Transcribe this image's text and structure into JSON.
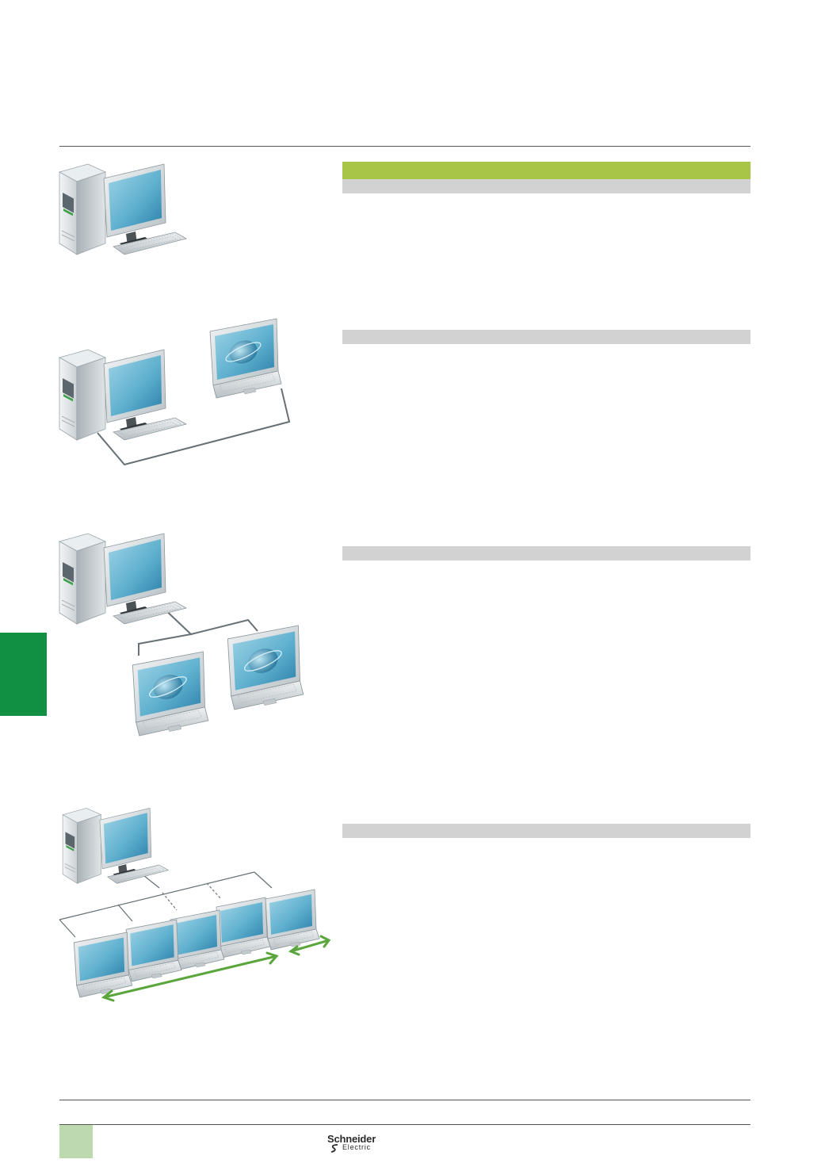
{
  "colors": {
    "header_bar": "#a8c545",
    "section_bar": "#d2d2d2",
    "side_tab": "#119043",
    "footer_tab": "#bcd9b0",
    "rule": "#555555",
    "arrow": "#5aa63c"
  },
  "footer": {
    "brand_name": "Schneider",
    "brand_sub": "Electric",
    "brand_icon": "schneider-electric-logo"
  },
  "sections": [
    {
      "illustration": "single-desktop-computer"
    },
    {
      "illustration": "desktop-connected-to-laptop"
    },
    {
      "illustration": "desktop-connected-to-two-laptops"
    },
    {
      "illustration": "desktop-network-of-laptops"
    }
  ]
}
